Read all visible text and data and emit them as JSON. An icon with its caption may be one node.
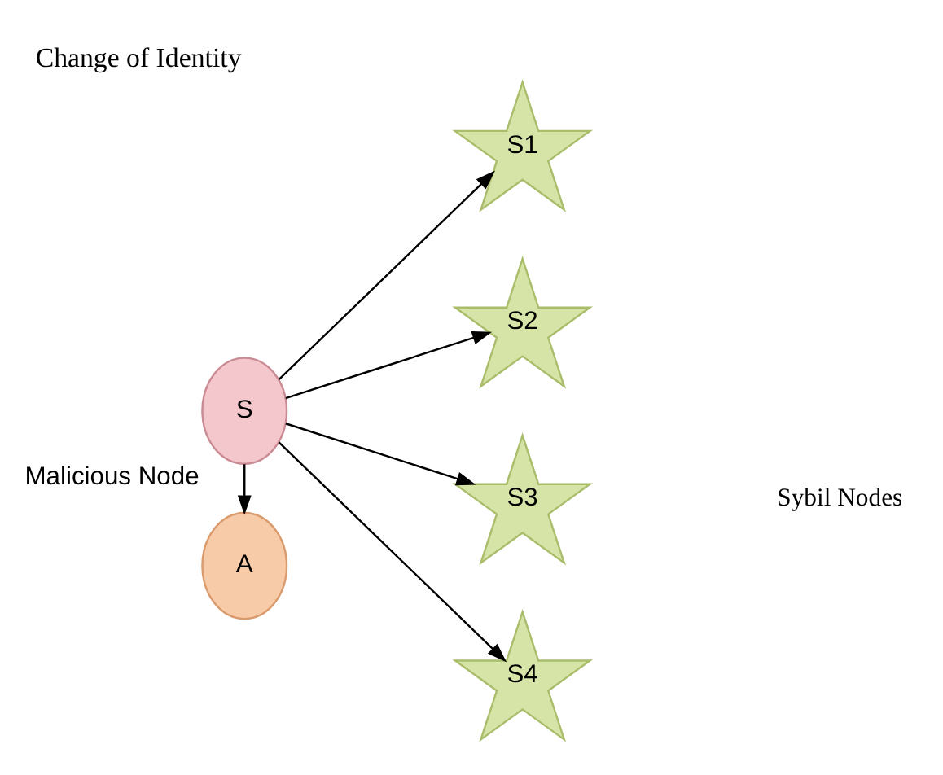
{
  "diagram": {
    "title": "Change of Identity",
    "nodes": [
      {
        "text": [
          "A"
        ]
      },
      {
        "text": [
          "S"
        ],
        "beside": [
          "Malicious Node"
        ]
      },
      {
        "text": [
          "S1"
        ]
      },
      {
        "text": [
          "S2"
        ]
      },
      {
        "text": [
          "S3"
        ]
      },
      {
        "text": [
          "S4"
        ]
      }
    ],
    "edges": [
      {
        "from": 1,
        "to": 0,
        "arrow": "to"
      },
      {
        "from": 1,
        "to": 2,
        "arrow": "to"
      },
      {
        "from": 1,
        "to": 3,
        "arrow": "to"
      },
      {
        "from": 1,
        "to": 4,
        "arrow": "to"
      },
      {
        "from": 1,
        "to": 5,
        "arrow": "to"
      }
    ],
    "labels": [
      "Sybil Nodes"
    ]
  }
}
